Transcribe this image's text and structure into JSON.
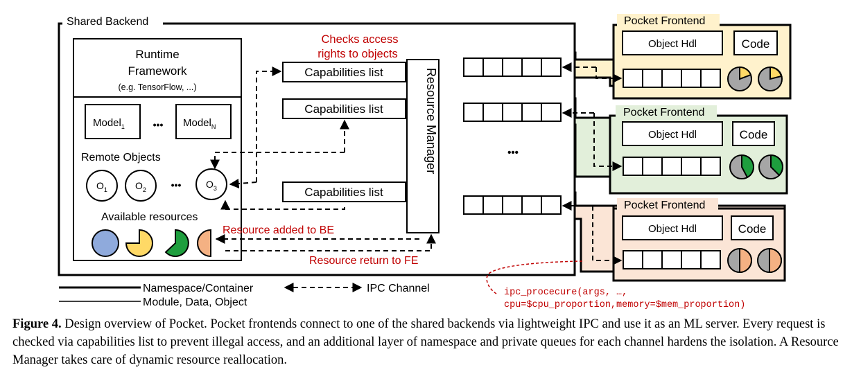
{
  "diagram": {
    "shared_backend": "Shared Backend",
    "runtime_framework_line1": "Runtime",
    "runtime_framework_line2": "Framework",
    "runtime_framework_example": "(e.g. TensorFlow, ...)",
    "model_base": "Model",
    "model_first_sub": "1",
    "model_last_sub": "N",
    "ellipsis": "•••",
    "remote_objects": "Remote Objects",
    "object_base": "O",
    "object_subs": [
      "1",
      "2",
      "3"
    ],
    "available_resources": "Available resources",
    "capabilities_list": "Capabilities list",
    "resource_manager": "Resource Manager",
    "checks_access_line1": "Checks access",
    "checks_access_line2": "rights to objects",
    "resource_added": "Resource added to BE",
    "resource_return": "Resource return to FE",
    "pocket_frontend": "Pocket Frontend",
    "object_hdl": "Object Hdl",
    "code": "Code",
    "legend_namespace": "Namespace/Container",
    "legend_module": "Module, Data, Object",
    "legend_ipc": "IPC Channel",
    "ipc_call_line1": "ipc_procecure(args, …,",
    "ipc_call_line2": "cpu=$cpu_proportion,memory=$mem_proportion)"
  },
  "colors": {
    "frontend_yellow": "#fff2cc",
    "frontend_green": "#e2efda",
    "frontend_orange": "#fbe5d6",
    "resource_blue": "#8faadc",
    "resource_yellow": "#ffd966",
    "resource_green": "#1e9e3e",
    "resource_orange": "#f4b183",
    "pie_gray": "#a6a6a6",
    "annotation_red": "#c00000"
  },
  "caption": {
    "label": "Figure 4.",
    "text": " Design overview of Pocket. Pocket frontends connect to one of the shared backends via lightweight IPC and use it as an ML server. Every request is checked via capabilities list to prevent illegal access, and an additional layer of namespace and private queues for each channel hardens the isolation. A Resource Manager takes care of dynamic resource reallocation."
  }
}
